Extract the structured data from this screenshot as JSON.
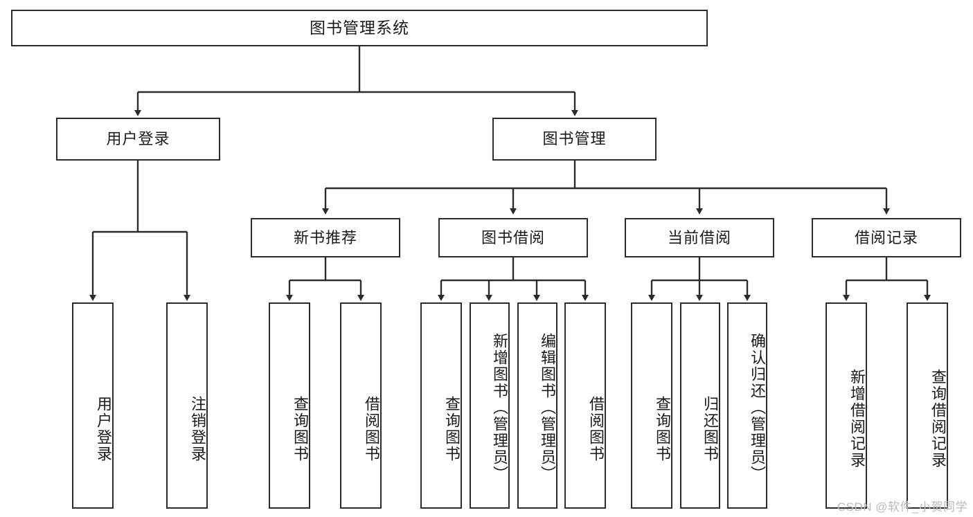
{
  "diagram": {
    "title": "图书管理系统",
    "type": "tree-hierarchy-flowchart",
    "colors": {
      "box_border": "#2b2b2b",
      "box_fill": "#ffffff",
      "connector": "#2b2b2b",
      "text": "#1a1a1a",
      "watermark": "#b9b9b9",
      "background": "#ffffff"
    },
    "root": {
      "label": "图书管理系统"
    },
    "level2": [
      {
        "label": "用户登录"
      },
      {
        "label": "图书管理"
      }
    ],
    "level3": [
      {
        "label": "新书推荐"
      },
      {
        "label": "图书借阅"
      },
      {
        "label": "当前借阅"
      },
      {
        "label": "借阅记录"
      }
    ],
    "leaves": {
      "user_login": [
        {
          "label": "用户登录"
        },
        {
          "label": "注销登录"
        }
      ],
      "new_book_recommend": [
        {
          "label": "查询图书"
        },
        {
          "label": "借阅图书"
        }
      ],
      "book_borrow": [
        {
          "label": "查询图书"
        },
        {
          "label": "新增图书（管理员）"
        },
        {
          "label": "编辑图书（管理员）"
        },
        {
          "label": "借阅图书"
        }
      ],
      "current_borrow": [
        {
          "label": "查询图书"
        },
        {
          "label": "归还图书"
        },
        {
          "label": "确认归还（管理员）"
        }
      ],
      "borrow_record": [
        {
          "label": "新增借阅记录"
        },
        {
          "label": "查询借阅记录"
        }
      ]
    }
  },
  "watermark": {
    "text": "CSDN @软件_小贺同学"
  }
}
